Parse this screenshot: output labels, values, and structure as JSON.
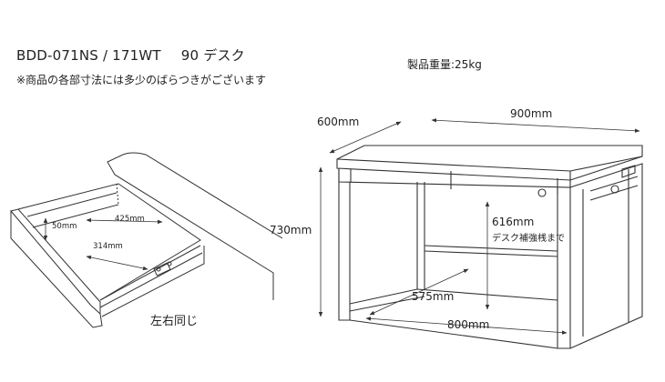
{
  "header": {
    "model": "BDD-071NS / 171WT",
    "product": "90 デスク",
    "note": "※商品の各部寸法には多少のばらつきがございます",
    "weight": "製品重量:25kg"
  },
  "drawer_detail": {
    "depth_label": "425mm",
    "height_label": "50mm",
    "width_label": "314mm",
    "caption": "左右同じ"
  },
  "desk": {
    "depth_label": "600mm",
    "width_label": "900mm",
    "height_label": "730mm",
    "knee_height_label": "616mm",
    "knee_height_note": "デスク補強桟まで",
    "inner_depth_label": "575mm",
    "inner_width_label": "800mm"
  }
}
